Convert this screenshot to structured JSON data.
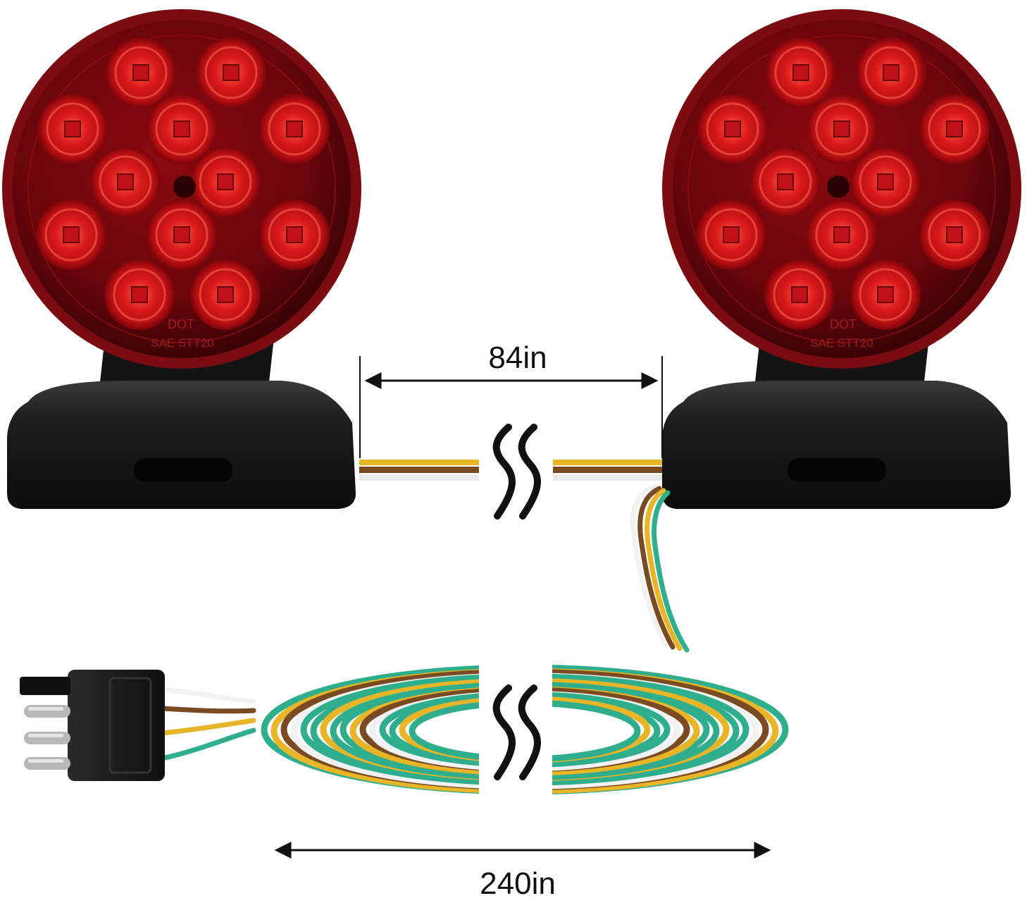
{
  "dimensions": {
    "lamp_spacing_label": "84in",
    "harness_length_label": "240in"
  },
  "lamp_markings": {
    "line1": "DOT",
    "line2": "SAE STT20"
  },
  "colors": {
    "lens_red": "#c0121a",
    "lens_dark": "#5a0508",
    "housing_black": "#161616",
    "wire_yellow": "#e8b428",
    "wire_brown": "#7a4a22",
    "wire_white": "#f2f2f2",
    "wire_green": "#2fae8e"
  },
  "icons": [
    "break-symbol-icon",
    "dimension-arrow-icon"
  ]
}
